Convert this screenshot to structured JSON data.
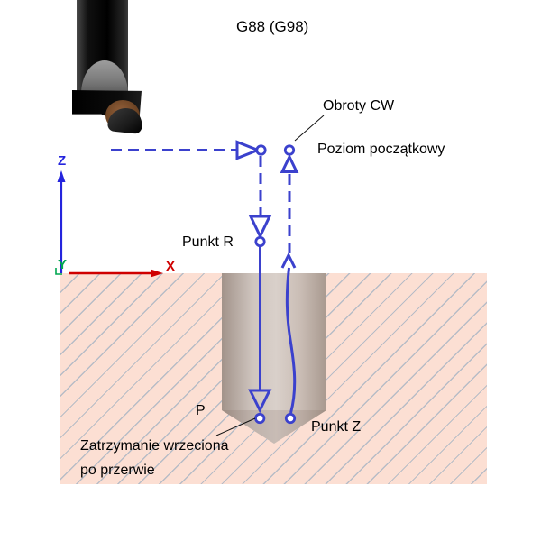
{
  "title": "G88 (G98)",
  "labels": {
    "obroty_cw": "Obroty CW",
    "poziom_poczatkowy": "Poziom początkowy",
    "punkt_r": "Punkt R",
    "p": "P",
    "punkt_z": "Punkt Z",
    "zatrzymanie_line1": "Zatrzymanie wrzeciona",
    "zatrzymanie_line2": "po przerwie"
  },
  "axes": {
    "x": "X",
    "y": "Y",
    "z": "Z"
  },
  "colors": {
    "path_blue": "#3b41cd",
    "axis_x_red": "#cf0000",
    "axis_z_blue": "#2424dd",
    "axis_y_green": "#00a650",
    "material_fill": "#fcdfd3",
    "hatch_line": "#b7bcc6",
    "hole_light": "#d9d0ca",
    "hole_dark": "#a2938a",
    "text": "#000000"
  }
}
